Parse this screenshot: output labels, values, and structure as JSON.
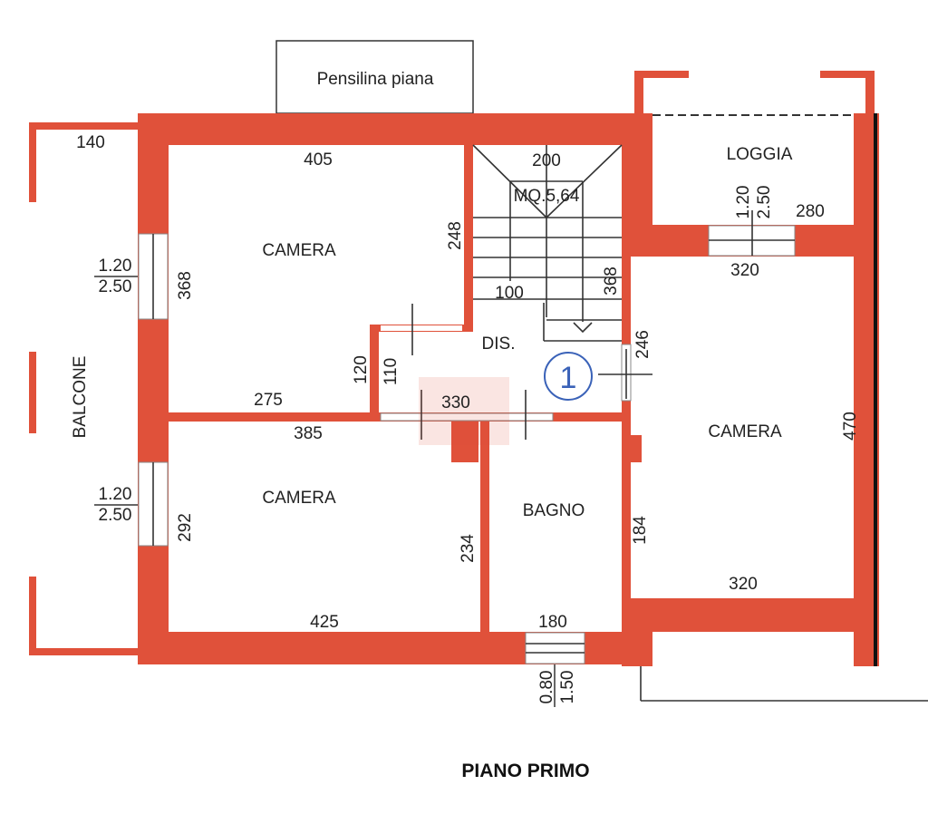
{
  "colors": {
    "wall": "#e0513a",
    "marker": "#3a62b8"
  },
  "title": "PIANO PRIMO",
  "rooms": {
    "pensilina": "Pensilina piana",
    "loggia": "LOGGIA",
    "camera1": "CAMERA",
    "camera2": "CAMERA",
    "camera3": "CAMERA",
    "bagno": "BAGNO",
    "dis": "DIS.",
    "balcone": "BALCONE",
    "stair_area": "MQ.5,64"
  },
  "marker": "1",
  "dims": {
    "d140": "140",
    "d405": "405",
    "d200": "200",
    "d248": "248",
    "d368a": "368",
    "d368b": "368",
    "d100": "100",
    "d120": "120",
    "d110": "110",
    "d275": "275",
    "d385": "385",
    "d330": "330",
    "d246": "246",
    "d292": "292",
    "d234": "234",
    "d425": "425",
    "d180": "180",
    "d184": "184",
    "d320a": "320",
    "d320b": "320",
    "d470": "470",
    "d280": "280",
    "win_left1_w": "1.20",
    "win_left1_h": "2.50",
    "win_left2_w": "1.20",
    "win_left2_h": "2.50",
    "win_loggia_w": "1.20",
    "win_loggia_h": "2.50",
    "win_bagno_w": "0.80",
    "win_bagno_h": "1.50"
  }
}
